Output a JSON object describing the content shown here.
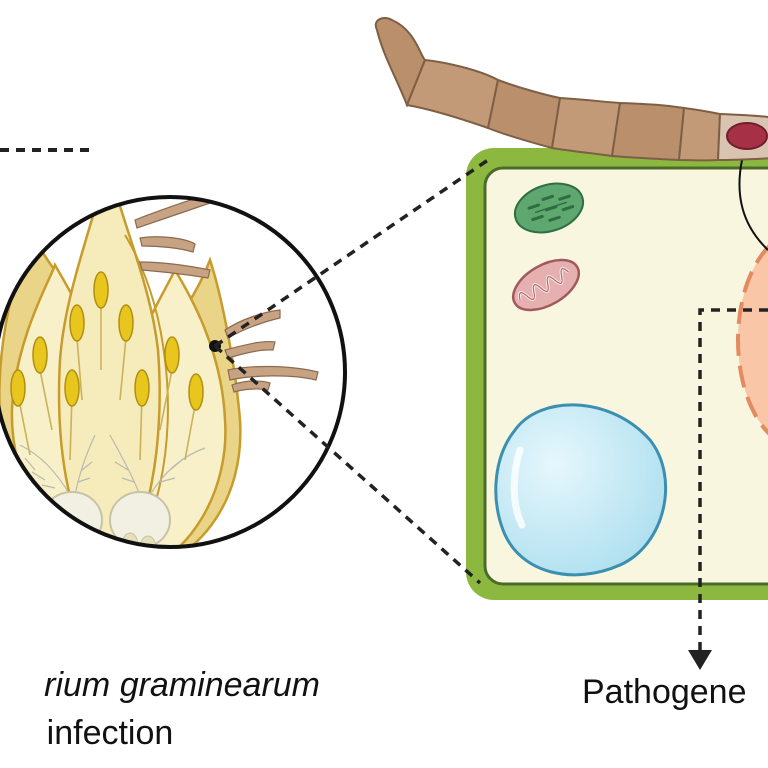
{
  "captions": {
    "infection_species": "rium graminearum",
    "infection_word": "infection",
    "right_label": "Pathogene"
  },
  "colors": {
    "cell_wall": "#8DB83F",
    "cytoplasm": "#F8F6DE",
    "vacuole": "#BDE7F3",
    "chloroplast": "#56A36B",
    "mitochondrion": "#D99A9A",
    "nucleus": "#F8C2A6",
    "hypha": "#B88E6C",
    "hypha_nucleus": "#A63045",
    "floret": "#F1E3A6",
    "anther": "#E8C61E"
  },
  "icons": [
    "fungal-hypha",
    "wheat-floret",
    "plant-cell",
    "chloroplast",
    "mitochondrion",
    "vacuole",
    "nucleus"
  ]
}
